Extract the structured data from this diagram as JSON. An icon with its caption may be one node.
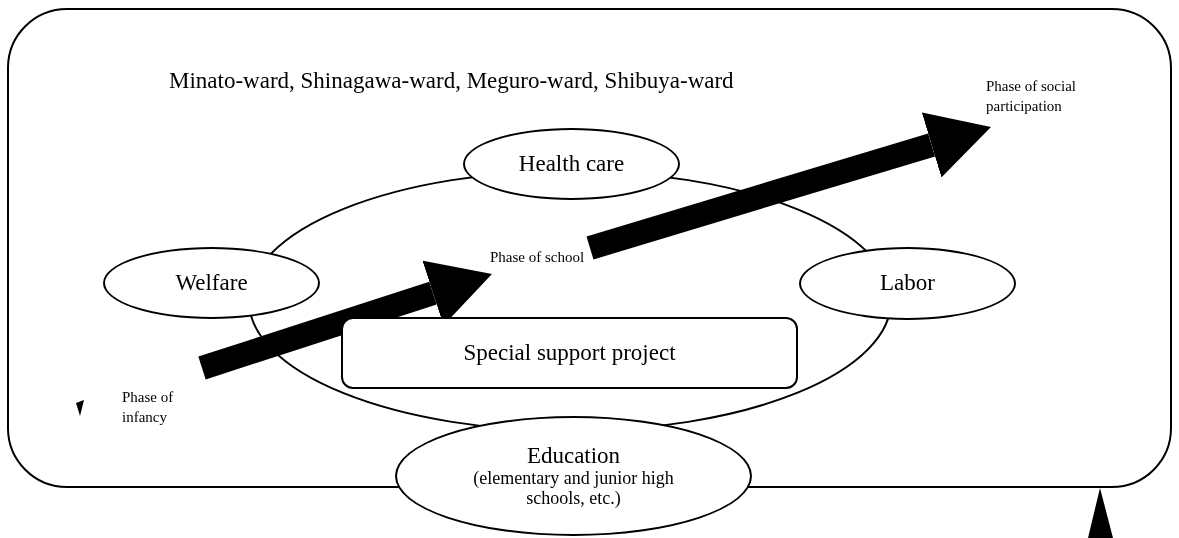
{
  "diagram": {
    "nodes": [
      {
        "text": [
          "Minato-ward, Shinagawa-ward, Meguro-ward, Shibuya-ward"
        ]
      },
      {
        "text": [],
        "shape": "ellipse",
        "in": 0
      },
      {
        "text": [
          "Health care"
        ],
        "in": 0
      },
      {
        "text": [
          "Welfare"
        ],
        "in": 0
      },
      {
        "text": [
          "Labor"
        ],
        "in": 0
      },
      {
        "text": [
          "Education",
          "(elementary and junior high schools, etc.)"
        ]
      },
      {
        "text": [
          "Special support project"
        ],
        "in": 1
      },
      {
        "text": [
          "Phase of social participation"
        ],
        "in": 0
      },
      {
        "text": [
          "Phase of school"
        ],
        "in": 1
      },
      {
        "text": [
          "Phase of infancy"
        ],
        "in": 0
      }
    ],
    "edges": [
      {
        "from": 9,
        "to": 8,
        "arrow": "to"
      },
      {
        "from": 8,
        "to": 7,
        "arrow": "to"
      }
    ]
  }
}
